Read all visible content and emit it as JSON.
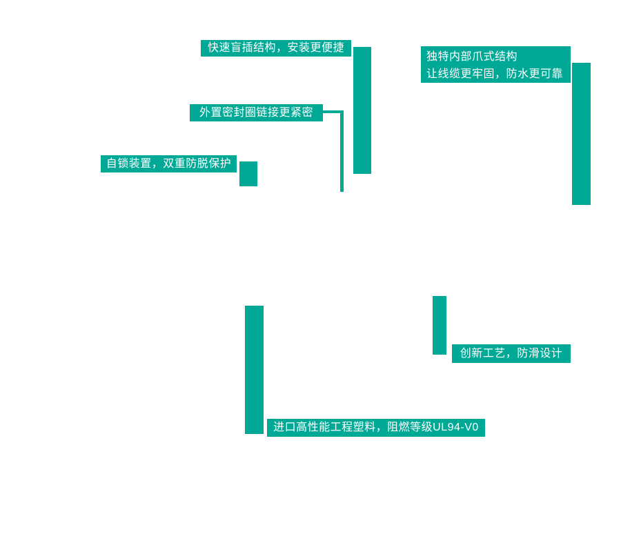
{
  "page": {
    "background": "#ffffff",
    "accent_color": "#00a996",
    "text_color": "#ffffff"
  },
  "callouts": {
    "quick_insert": {
      "label": "快速盲插结构，安装更便捷"
    },
    "claw": {
      "line1": "独特内部爪式结构",
      "line2": "让线缆更牢固，防水更可靠"
    },
    "seal_ring": {
      "label": "外置密封圈链接更紧密"
    },
    "self_lock": {
      "label": "自锁装置，双重防脱保护"
    },
    "anti_slip": {
      "label": "创新工艺，防滑设计"
    },
    "plastic": {
      "label": "进口高性能工程塑料，阻燃等级UL94-V0"
    }
  }
}
